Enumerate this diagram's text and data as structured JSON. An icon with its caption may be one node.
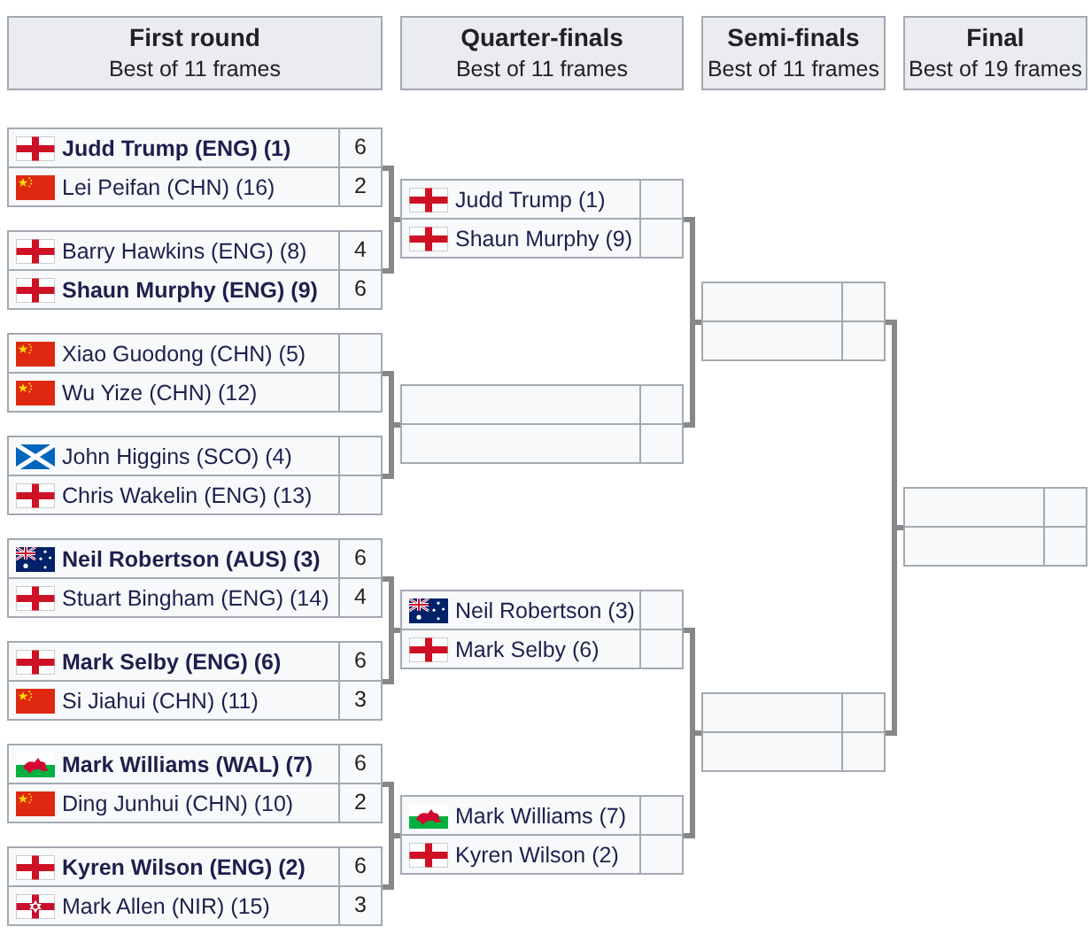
{
  "diagram": {
    "nodes": [
      {
        "text": [
          "First round",
          "Best of 11 frames"
        ]
      },
      {
        "text": [
          "Quarter-finals",
          "Best of 11 frames"
        ]
      },
      {
        "text": [
          "Semi-finals",
          "Best of 11 frames"
        ]
      },
      {
        "text": [
          "Final",
          "Best of 19 frames"
        ]
      },
      {
        "text": [],
        "shape": "box"
      },
      {
        "text": [
          "Judd Trump (ENG) (1)",
          "6"
        ],
        "in": 4
      },
      {
        "text": [
          "Lei Peifan (CHN) (16)",
          "2"
        ],
        "in": 4
      },
      {
        "text": [],
        "shape": "box"
      },
      {
        "text": [
          "Barry Hawkins (ENG) (8)",
          "4"
        ],
        "in": 7
      },
      {
        "text": [
          "Shaun Murphy (ENG) (9)",
          "6"
        ],
        "in": 7
      },
      {
        "text": [],
        "shape": "box"
      },
      {
        "text": [
          "Xiao Guodong (CHN) (5)"
        ],
        "in": 10
      },
      {
        "text": [
          "Wu Yize (CHN) (12)"
        ],
        "in": 10
      },
      {
        "text": [],
        "shape": "box"
      },
      {
        "text": [
          "John Higgins (SCO) (4)"
        ],
        "in": 13
      },
      {
        "text": [
          "Chris Wakelin (ENG) (13)"
        ],
        "in": 13
      },
      {
        "text": [],
        "shape": "box"
      },
      {
        "text": [
          "Neil Robertson (AUS) (3)",
          "6"
        ],
        "in": 16
      },
      {
        "text": [
          "Stuart Bingham (ENG) (14)",
          "4"
        ],
        "in": 16
      },
      {
        "text": [],
        "shape": "box"
      },
      {
        "text": [
          "Mark Selby (ENG) (6)",
          "6"
        ],
        "in": 19
      },
      {
        "text": [
          "Si Jiahui (CHN) (11)",
          "3"
        ],
        "in": 19
      },
      {
        "text": [],
        "shape": "box"
      },
      {
        "text": [
          "Mark Williams (WAL) (7)",
          "6"
        ],
        "in": 22
      },
      {
        "text": [
          "Ding Junhui (CHN) (10)",
          "2"
        ],
        "in": 22
      },
      {
        "text": [],
        "shape": "box"
      },
      {
        "text": [
          "Kyren Wilson (ENG) (2)",
          "6"
        ],
        "in": 25
      },
      {
        "text": [
          "Mark Allen (NIR) (15)",
          "3"
        ],
        "in": 25
      },
      {
        "text": [],
        "shape": "box"
      },
      {
        "text": [
          "Judd Trump (1)"
        ],
        "in": 28
      },
      {
        "text": [
          "Shaun Murphy (9)"
        ],
        "in": 28
      },
      {
        "text": [],
        "shape": "box"
      },
      {
        "text": [],
        "shape": "box",
        "in": 31
      },
      {
        "text": [],
        "shape": "box",
        "in": 31
      },
      {
        "text": [],
        "shape": "box"
      },
      {
        "text": [
          "Neil Robertson (3)"
        ],
        "in": 34
      },
      {
        "text": [
          "Mark Selby (6)"
        ],
        "in": 34
      },
      {
        "text": [],
        "shape": "box"
      },
      {
        "text": [
          "Mark Williams (7)"
        ],
        "in": 37
      },
      {
        "text": [
          "Kyren Wilson (2)"
        ],
        "in": 37
      },
      {
        "text": [],
        "shape": "box"
      },
      {
        "text": [],
        "shape": "box",
        "in": 40
      },
      {
        "text": [],
        "shape": "box",
        "in": 40
      },
      {
        "text": [],
        "shape": "box"
      },
      {
        "text": [],
        "shape": "box",
        "in": 43
      },
      {
        "text": [],
        "shape": "box",
        "in": 43
      },
      {
        "text": [],
        "shape": "box"
      },
      {
        "text": [],
        "shape": "box",
        "in": 46
      },
      {
        "text": [],
        "shape": "box",
        "in": 46
      }
    ],
    "edges": [
      {
        "from": 4,
        "to": 28,
        "arrow": "none"
      },
      {
        "from": 7,
        "to": 28,
        "arrow": "none"
      },
      {
        "from": 10,
        "to": 31,
        "arrow": "none"
      },
      {
        "from": 13,
        "to": 31,
        "arrow": "none"
      },
      {
        "from": 16,
        "to": 34,
        "arrow": "none"
      },
      {
        "from": 19,
        "to": 34,
        "arrow": "none"
      },
      {
        "from": 22,
        "to": 37,
        "arrow": "none"
      },
      {
        "from": 25,
        "to": 37,
        "arrow": "none"
      },
      {
        "from": 28,
        "to": 40,
        "arrow": "none"
      },
      {
        "from": 31,
        "to": 40,
        "arrow": "none"
      },
      {
        "from": 34,
        "to": 43,
        "arrow": "none"
      },
      {
        "from": 37,
        "to": 43,
        "arrow": "none"
      },
      {
        "from": 40,
        "to": 46,
        "arrow": "none"
      },
      {
        "from": 43,
        "to": 46,
        "arrow": "none"
      }
    ]
  }
}
